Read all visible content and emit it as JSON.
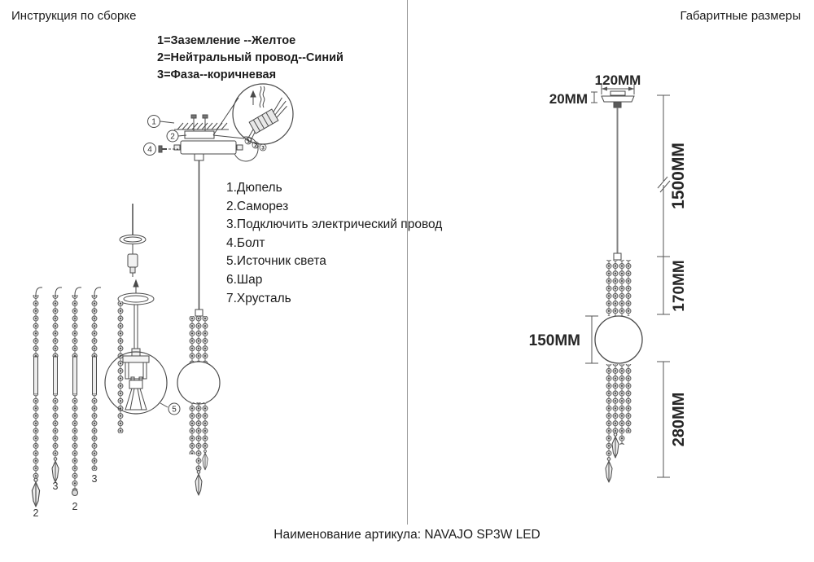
{
  "left": {
    "title": "Инструкция по сборке",
    "wire_legend": [
      "1=Заземление --Желтое",
      "2=Нейтральный провод--Синий",
      "3=Фаза--коричневая"
    ],
    "parts_list": [
      "1.Дюпель",
      "2.Саморез",
      "3.Подключить электрический провод",
      "4.Болт",
      "5.Источник света",
      "6.Шар",
      "7.Хрусталь"
    ],
    "callouts": {
      "dowel": "1",
      "screw": "2",
      "bolt": "4",
      "light_source": "5"
    },
    "wire_numbers": [
      "1",
      "2",
      "3"
    ],
    "strand_labels": [
      "2",
      "3",
      "2",
      "3"
    ]
  },
  "right": {
    "title": "Габаритные размеры",
    "dims": {
      "canopy_width": "120MM",
      "canopy_height": "20MM",
      "cord_length": "1500MM",
      "upper_chain": "170MM",
      "ball_diameter": "150MM",
      "lower_chain": "280MM"
    }
  },
  "footer": {
    "article_label": "Наименование артикула: NAVAJO SP3W LED"
  },
  "colors": {
    "line": "#4a4a4a",
    "dim_line": "#555555",
    "text": "#1c1c1c",
    "divider": "#9a9a9a"
  }
}
